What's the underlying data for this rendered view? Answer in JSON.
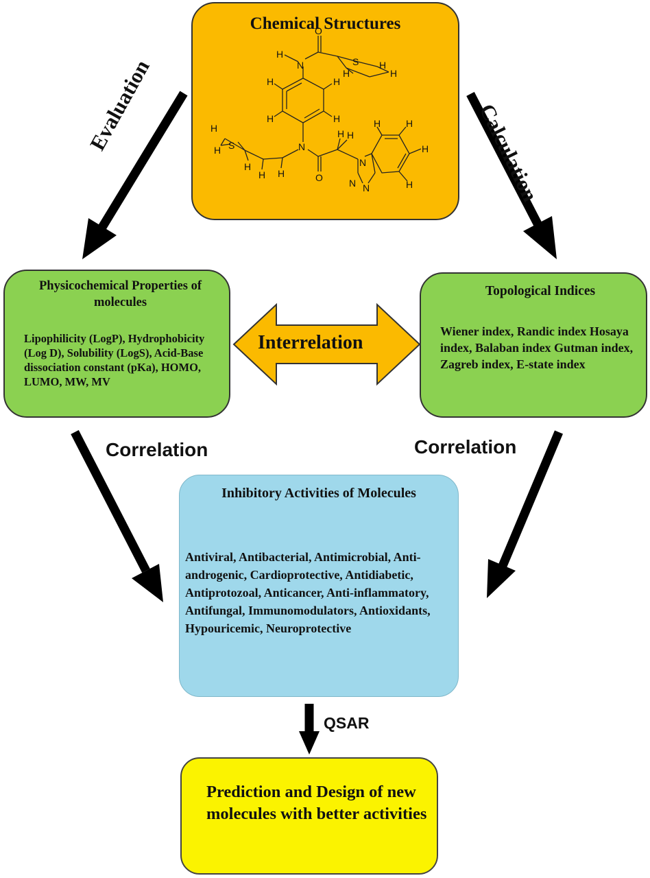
{
  "chemical_structures": {
    "title": "Chemical Structures",
    "atoms": {
      "O": "O",
      "H": "H",
      "N": "N",
      "S": "S"
    }
  },
  "physicochemical": {
    "title": "Physicochemical Properties of molecules",
    "body": "Lipophilicity (LogP), Hydrophobicity (Log D), Solubility (LogS), Acid-Base dissociation constant (pKa), HOMO, LUMO, MW, MV"
  },
  "topological": {
    "title": "Topological Indices",
    "body": "Wiener index, Randic index Hosaya index, Balaban index Gutman index, Zagreb index, E-state index"
  },
  "interrelation": {
    "label": "Interrelation"
  },
  "inhibitory": {
    "title": "Inhibitory Activities of Molecules",
    "body": "Antiviral, Antibacterial, Antimicrobial, Anti-androgenic, Cardioprotective, Antidiabetic, Antiprotozoal, Anticancer, Anti-inflammatory, Antifungal, Immunomodulators, Antioxidants, Hypouricemic, Neuroprotective"
  },
  "prediction": {
    "title": "Prediction and Design of new molecules with better activities"
  },
  "edge_labels": {
    "evaluation": "Evaluation",
    "calculation": "Calculation",
    "correlation_left": "Correlation",
    "correlation_right": "Correlation",
    "qsar": "QSAR"
  },
  "colors": {
    "chem_box": "#fbba00",
    "property_boxes": "#8bd151",
    "inhibitory_box": "#9fd8eb",
    "prediction_box": "#fbf300",
    "interrelation_arrow": "#fbba00"
  }
}
